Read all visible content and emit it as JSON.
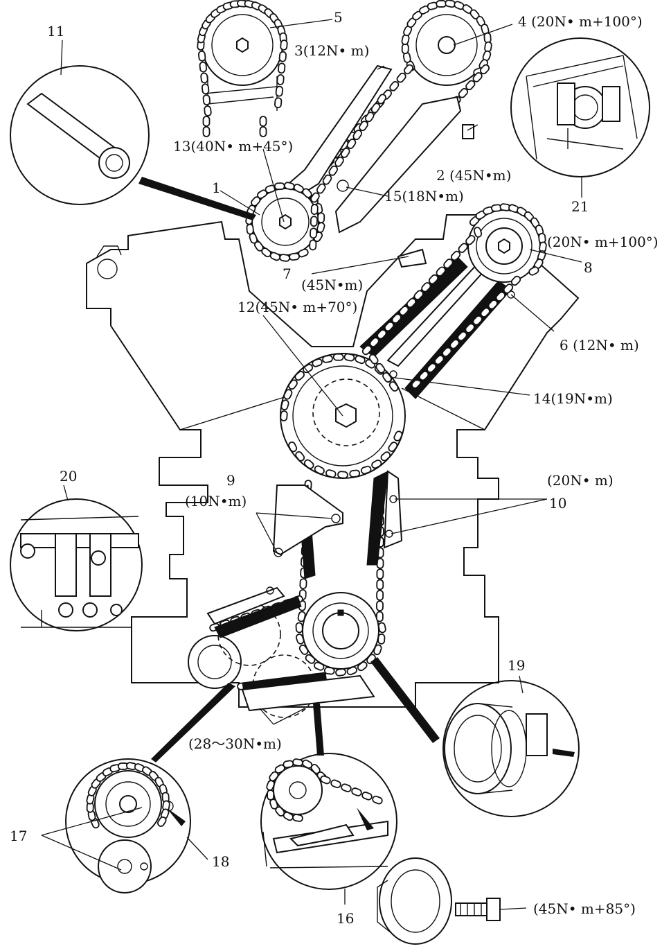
{
  "labels": {
    "l1": "1",
    "l2": "2 (45N•m)",
    "l3": "3(12N• m)",
    "l4": "4 (20N• m+100°)",
    "l5": "5",
    "l6": "6 (12N• m)",
    "l7": "7",
    "l7t": "(45N•m)",
    "l8": "8",
    "l8t": "(20N• m+100°)",
    "l9": "9",
    "l9t": "(10N•m)",
    "l10": "10",
    "l10t": "(20N• m)",
    "l11": "11",
    "l12": "12(45N• m+70°)",
    "l13": "13(40N• m+45°)",
    "l14": "14(19N•m)",
    "l15": "15(18N•m)",
    "l16": "16",
    "l17": "17",
    "l18": "18",
    "l19": "19",
    "l20": "20",
    "l21": "21",
    "lt28": "(28～30N•m)",
    "lt45": "(45N• m+85°)"
  }
}
